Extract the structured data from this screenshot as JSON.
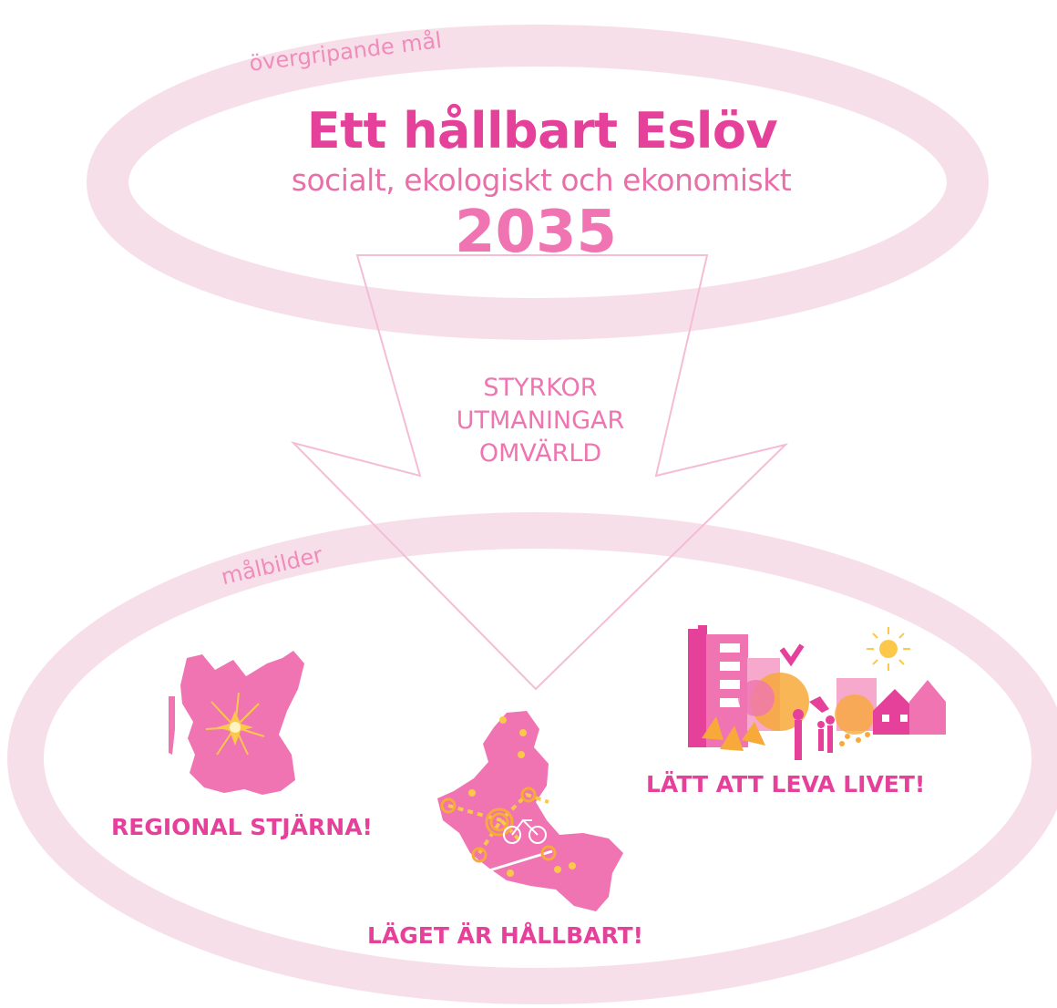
{
  "colors": {
    "ring": "#f7dde8",
    "ring_stroke": "#f5d2e1",
    "magenta": "#e6419a",
    "pink": "#ef74b1",
    "light_pink": "#f7a9cd",
    "orange": "#f7a93a",
    "yellow": "#fcc84a",
    "arrow_outline": "#f4bdd5",
    "text_pink": "#e870a8"
  },
  "goal": {
    "arc_label": "övergripande mål",
    "title": "Ett hållbart Eslöv",
    "subtitle": "socialt, ekologiskt och ekonomiskt",
    "year": "2035"
  },
  "flow": {
    "items": [
      "STYRKOR",
      "UTMANINGAR",
      "OMVÄRLD"
    ]
  },
  "visions": {
    "arc_label": "målbilder",
    "items": [
      {
        "label": "REGIONAL STJÄRNA!",
        "icon": "skane-map-icon"
      },
      {
        "label": "LÄGET ÄR HÅLLBART!",
        "icon": "eslov-map-icon"
      },
      {
        "label": "LÄTT ATT LEVA LIVET!",
        "icon": "town-life-icon"
      }
    ]
  }
}
